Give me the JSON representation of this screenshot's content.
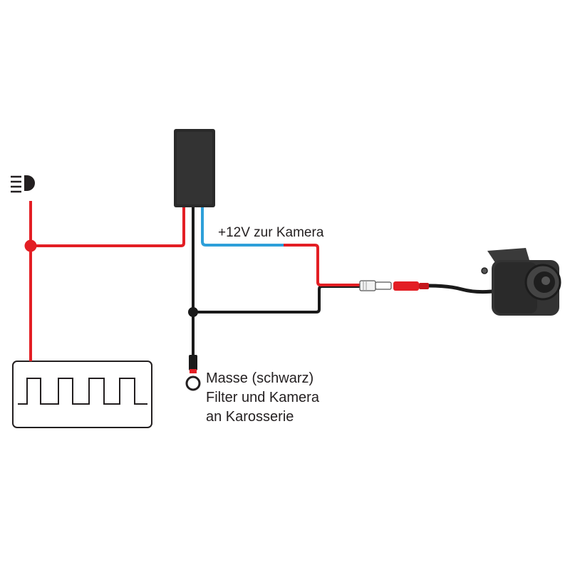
{
  "labels": {
    "power": "+12V zur Kamera",
    "ground_line1": "Masse (schwarz)",
    "ground_line2": "Filter und Kamera",
    "ground_line3": "an Karosserie"
  },
  "colors": {
    "red_wire": "#e31e24",
    "black_wire": "#1a1a1a",
    "blue_wire": "#2d9fd9",
    "filter_box": "#2a2a2a",
    "camera_body": "#333333"
  },
  "icons": {
    "headlight": "headlight-icon",
    "pulse_signal": "square-wave-icon",
    "filter": "filter-module-icon",
    "ground": "ring-terminal-icon",
    "camera": "reverse-camera-icon"
  }
}
